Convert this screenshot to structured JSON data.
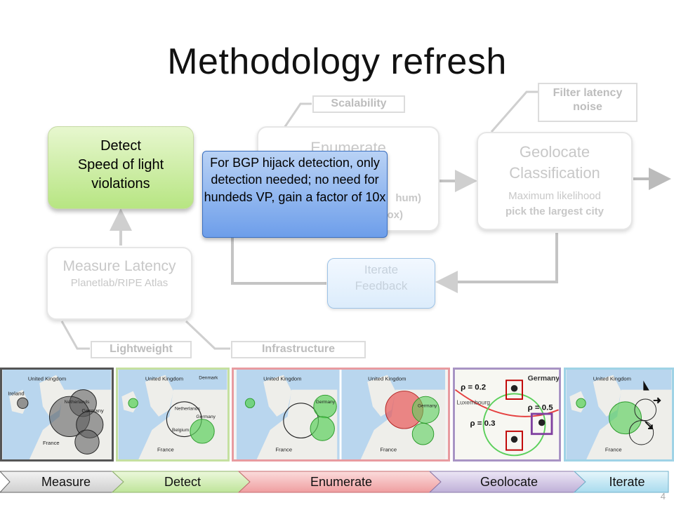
{
  "slide": {
    "title": "Methodology refresh",
    "page_number": "4"
  },
  "tags": {
    "scalability": "Scalability",
    "filter_latency": "Filter latency noise",
    "lightweight": "Lightweight",
    "infrastructure": "Infrastructure"
  },
  "stages": {
    "detect": {
      "title": "Detect",
      "subtitle": "Speed of light violations"
    },
    "enumerate": {
      "title": "Enumerate",
      "line1": "hum)",
      "line2": "ox)"
    },
    "geolocate": {
      "title": "Geolocate Classification",
      "line1": "Maximum likelihood",
      "line2": "pick the largest city"
    },
    "measure": {
      "title": "Measure Latency",
      "subtitle": "Planetlab/RIPE Atlas"
    },
    "iterate": {
      "title": "Iterate Feedback"
    }
  },
  "popup": {
    "text": "For BGP hijack detection, only detection needed; no need for hundeds VP, gain a factor of 10x"
  },
  "maps": {
    "labels": {
      "ireland": "Ireland",
      "united_kingdom": "United Kingdom",
      "netherlands": "Netherlands",
      "belgium": "Belgium",
      "germany": "Germany",
      "france": "France",
      "denmark": "Denmark",
      "luxembourg": "Luxembourg",
      "rho_02": "ρ = 0.2",
      "rho_05": "ρ = 0.5",
      "rho_03": "ρ = 0.3"
    }
  },
  "pipeline": [
    "Measure",
    "Detect",
    "Enumerate",
    "Geolocate",
    "Iterate"
  ],
  "colors": {
    "measure": "#555555",
    "detect": "#c5e0a0",
    "enumerate": "#e89ba0",
    "geolocate": "#a894c4",
    "iterate": "#9fd3e6",
    "popup": "#8fb4ee"
  }
}
